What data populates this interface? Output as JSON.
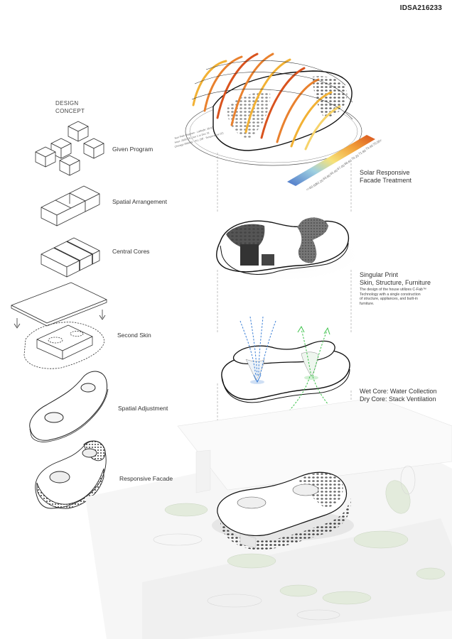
{
  "code": "IDSA216233",
  "heading": [
    "DESIGN",
    "CONCEPT"
  ],
  "steps": [
    {
      "label": "Given Program"
    },
    {
      "label": "Spatial Arrangement"
    },
    {
      "label": "Central Cores"
    },
    {
      "label": "Second Skin"
    },
    {
      "label": "Spatial Adjustment"
    },
    {
      "label": "Responsive Facade"
    }
  ],
  "right": {
    "solar": {
      "title1": "Solar Responsive",
      "title2": "Facade Treatment"
    },
    "print": {
      "title1": "Singular Print",
      "title2": "Skin, Structure, Furniture",
      "desc1": "The design of the house utilizes C-Fab™",
      "desc2": "Technology with a single construction",
      "desc3": "of structure, appliances, and built-in",
      "desc4": "furniture."
    },
    "cores": {
      "title1": "Wet Core: Water Collection",
      "title2": "Dry Core: Stack Ventilation"
    }
  },
  "legend": {
    "values": [
      "75.00<",
      "73.40",
      "71.80",
      "70.20",
      "68.60",
      "67.00",
      "65.40",
      "63.80",
      "62.20",
      "<=60.60"
    ]
  },
  "colors": {
    "line": "#222222",
    "heat_hot": "#d9531e",
    "heat_warm": "#f2b134",
    "heat_cool": "#4a74c9",
    "air_blue": "#3b7fd6",
    "air_green": "#3cc24a"
  }
}
